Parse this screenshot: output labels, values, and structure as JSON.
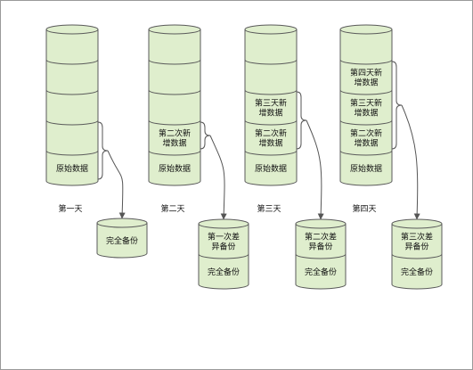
{
  "style": {
    "fill": "#dfeecd",
    "stroke": "#5a5a5a",
    "arrow": "#555555"
  },
  "days": [
    {
      "label": "第一天",
      "stack": [
        "",
        "",
        "",
        "",
        "原始数据"
      ],
      "backup": [
        "完全备份"
      ]
    },
    {
      "label": "第二天",
      "stack": [
        "",
        "",
        "",
        "第二次新增数据",
        "原始数据"
      ],
      "backup": [
        "第一次差异备份",
        "完全备份"
      ]
    },
    {
      "label": "第三天",
      "stack": [
        "",
        "",
        "第三天新增数据",
        "第二次新增数据",
        "原始数据"
      ],
      "backup": [
        "第二次差异备份",
        "完全备份"
      ]
    },
    {
      "label": "第四天",
      "stack": [
        "",
        "第四天新增数据",
        "第三天新增数据",
        "第二次新增数据",
        "原始数据"
      ],
      "backup": [
        "第三次差异备份",
        "完全备份"
      ]
    }
  ]
}
